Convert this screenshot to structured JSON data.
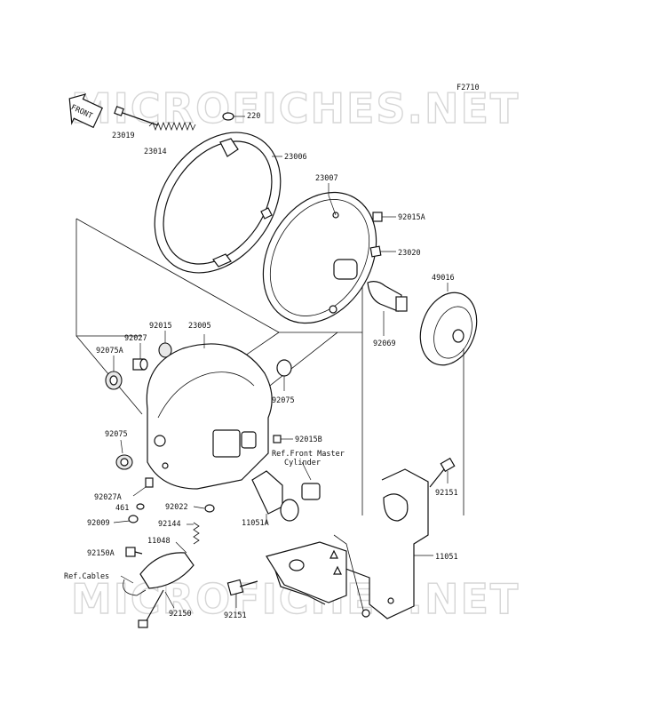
{
  "figure_code": "F2710",
  "watermark": "MICROFICHES.NET",
  "front_arrow_label": "FRONT",
  "labels": {
    "p220": "220",
    "p23019": "23019",
    "p23014": "23014",
    "p23006": "23006",
    "p23007": "23007",
    "p92015A": "92015A",
    "p23020": "23020",
    "p49016": "49016",
    "p92069": "92069",
    "p92015": "92015",
    "p23005": "23005",
    "p92027": "92027",
    "p92075A": "92075A",
    "p92075_right": "92075",
    "p92075_left": "92075",
    "p92015B": "92015B",
    "ref_front_master_1": "Ref.Front Master",
    "ref_front_master_2": "Cylinder",
    "p92151_right": "92151",
    "p92027A": "92027A",
    "p461": "461",
    "p92022": "92022",
    "p92009": "92009",
    "p92144": "92144",
    "p11051A": "11051A",
    "p11048": "11048",
    "p92150A": "92150A",
    "p11051": "11051",
    "ref_cables": "Ref.Cables",
    "p92150": "92150",
    "p92151_bottom": "92151"
  }
}
